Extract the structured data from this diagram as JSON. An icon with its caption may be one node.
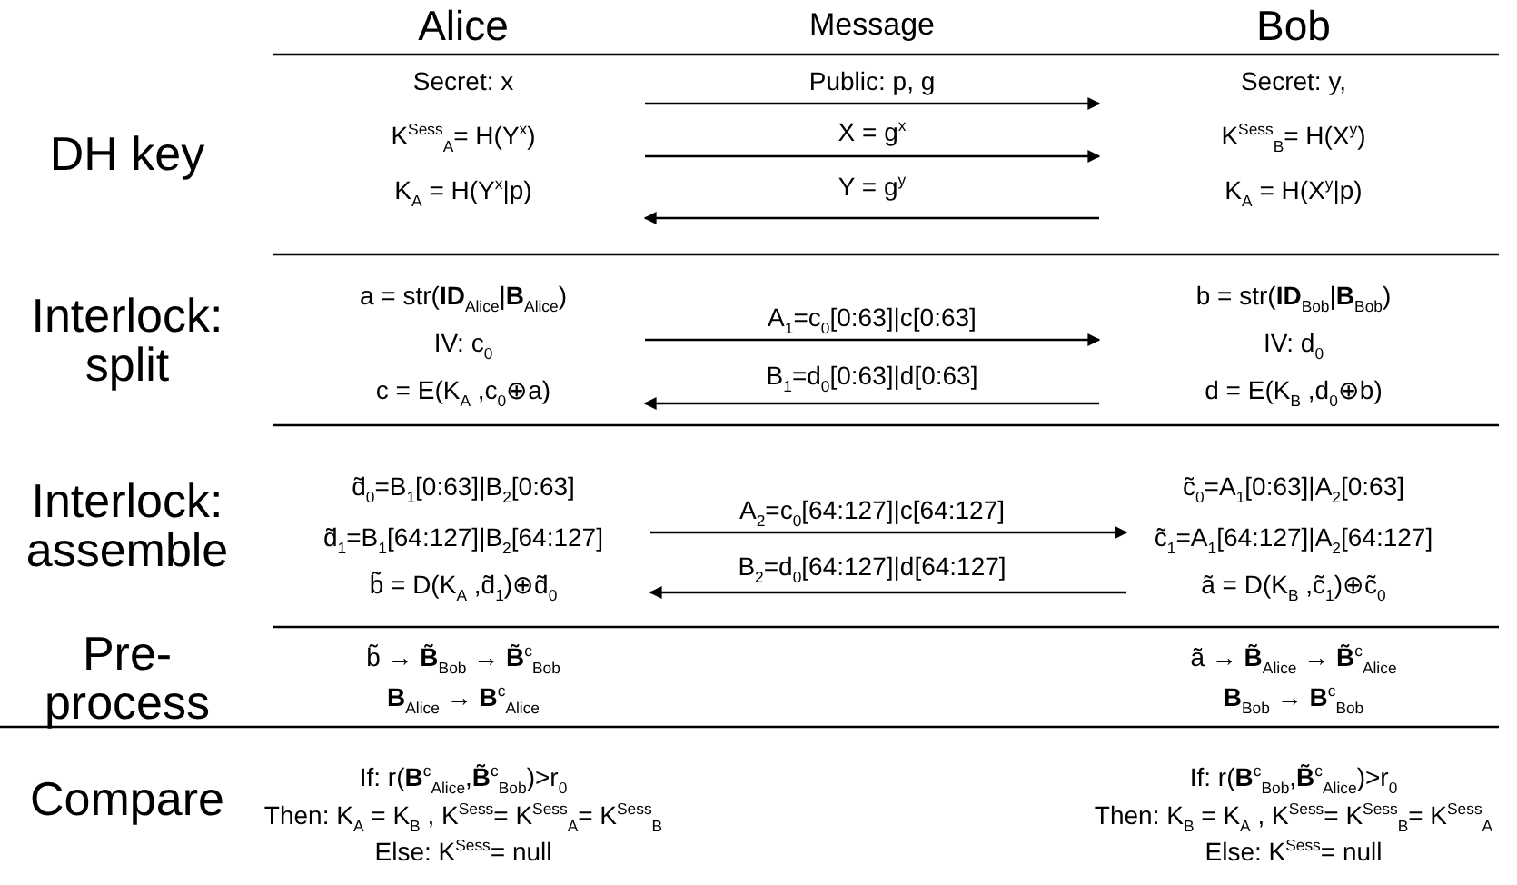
{
  "diagram": {
    "labels": [
      "Alice",
      "Message",
      "Bob",
      "DH key",
      "Secret: x",
      "Public: p, g",
      "Secret: y,",
      "K$^{Sess}$$_{A}$= H(Y$^{x}$)",
      "X = g$^{x}$",
      "K$^{Sess}$$_{B}$= H(X$^{y}$)",
      "K$_{A}$ = H(Y$^{x}$|p)",
      "Y = g$^{y}$",
      "K$_{A}$ = H(X$^{y}$|p)",
      "Interlock: split",
      "a = str(**ID**$_{Alice}$|**B**$_{Alice}$)",
      "A$_{1}$=c$_{0}$[0:63]|c[0:63]",
      "b = str(**ID**$_{Bob}$|**B**$_{Bob}$)",
      "IV: c$_{0}$",
      "IV: d$_{0}$",
      "B$_{1}$=d$_{0}$[0:63]|d[0:63]",
      "c = E(K$_{A}$ ,c$_{0}$⊕a)",
      "d = E(K$_{B}$ ,d$_{0}$⊕b)",
      "Interlock: assemble",
      "d̃$_{0}$=B$_{1}$[0:63]|B$_{2}$[0:63]",
      "A$_{2}$=c$_{0}$[64:127]|c[64:127]",
      "c̃$_{0}$=A$_{1}$[0:63]|A$_{2}$[0:63]",
      "d̃$_{1}$=B$_{1}$[64:127]|B$_{2}$[64:127]",
      "B$_{2}$=d$_{0}$[64:127]|d[64:127]",
      "c̃$_{1}$=A$_{1}$[64:127]|A$_{2}$[64:127]",
      "b̃ = D(K$_{A}$ ,d̃$_{1}$)⊕d̃$_{0}$",
      "ã = D(K$_{B}$ ,c̃$_{1}$)⊕c̃$_{0}$",
      "Pre-process",
      "b̃ → **B̃**$_{Bob}$ → **B̃**$^{c}$$_{Bob}$",
      "ã → **B̃**$_{Alice}$ → **B̃**$^{c}$$_{Alice}$",
      "**B**$_{Alice}$ → **B**$^{c}$$_{Alice}$",
      "**B**$_{Bob}$ → **B**$^{c}$$_{Bob}$",
      "Compare",
      "If:  r(**B**$^{c}$$_{Alice}$,**B̃**$^{c}$$_{Bob}$)>r$_{0}$",
      "If:  r(**B**$^{c}$$_{Bob}$,**B̃**$^{c}$$_{Alice}$)>r$_{0}$",
      "Then:  K$_{A}$ = K$_{B}$ , K$^{Sess}$= K$^{Sess}$$_{A}$= K$^{Sess}$$_{B}$",
      "Then:  K$_{B}$ = K$_{A}$ , K$^{Sess}$= K$^{Sess}$$_{B}$= K$^{Sess}$$_{A}$",
      "Else:  K$^{Sess}$= null",
      "Else:  K$^{Sess}$= null"
    ]
  }
}
